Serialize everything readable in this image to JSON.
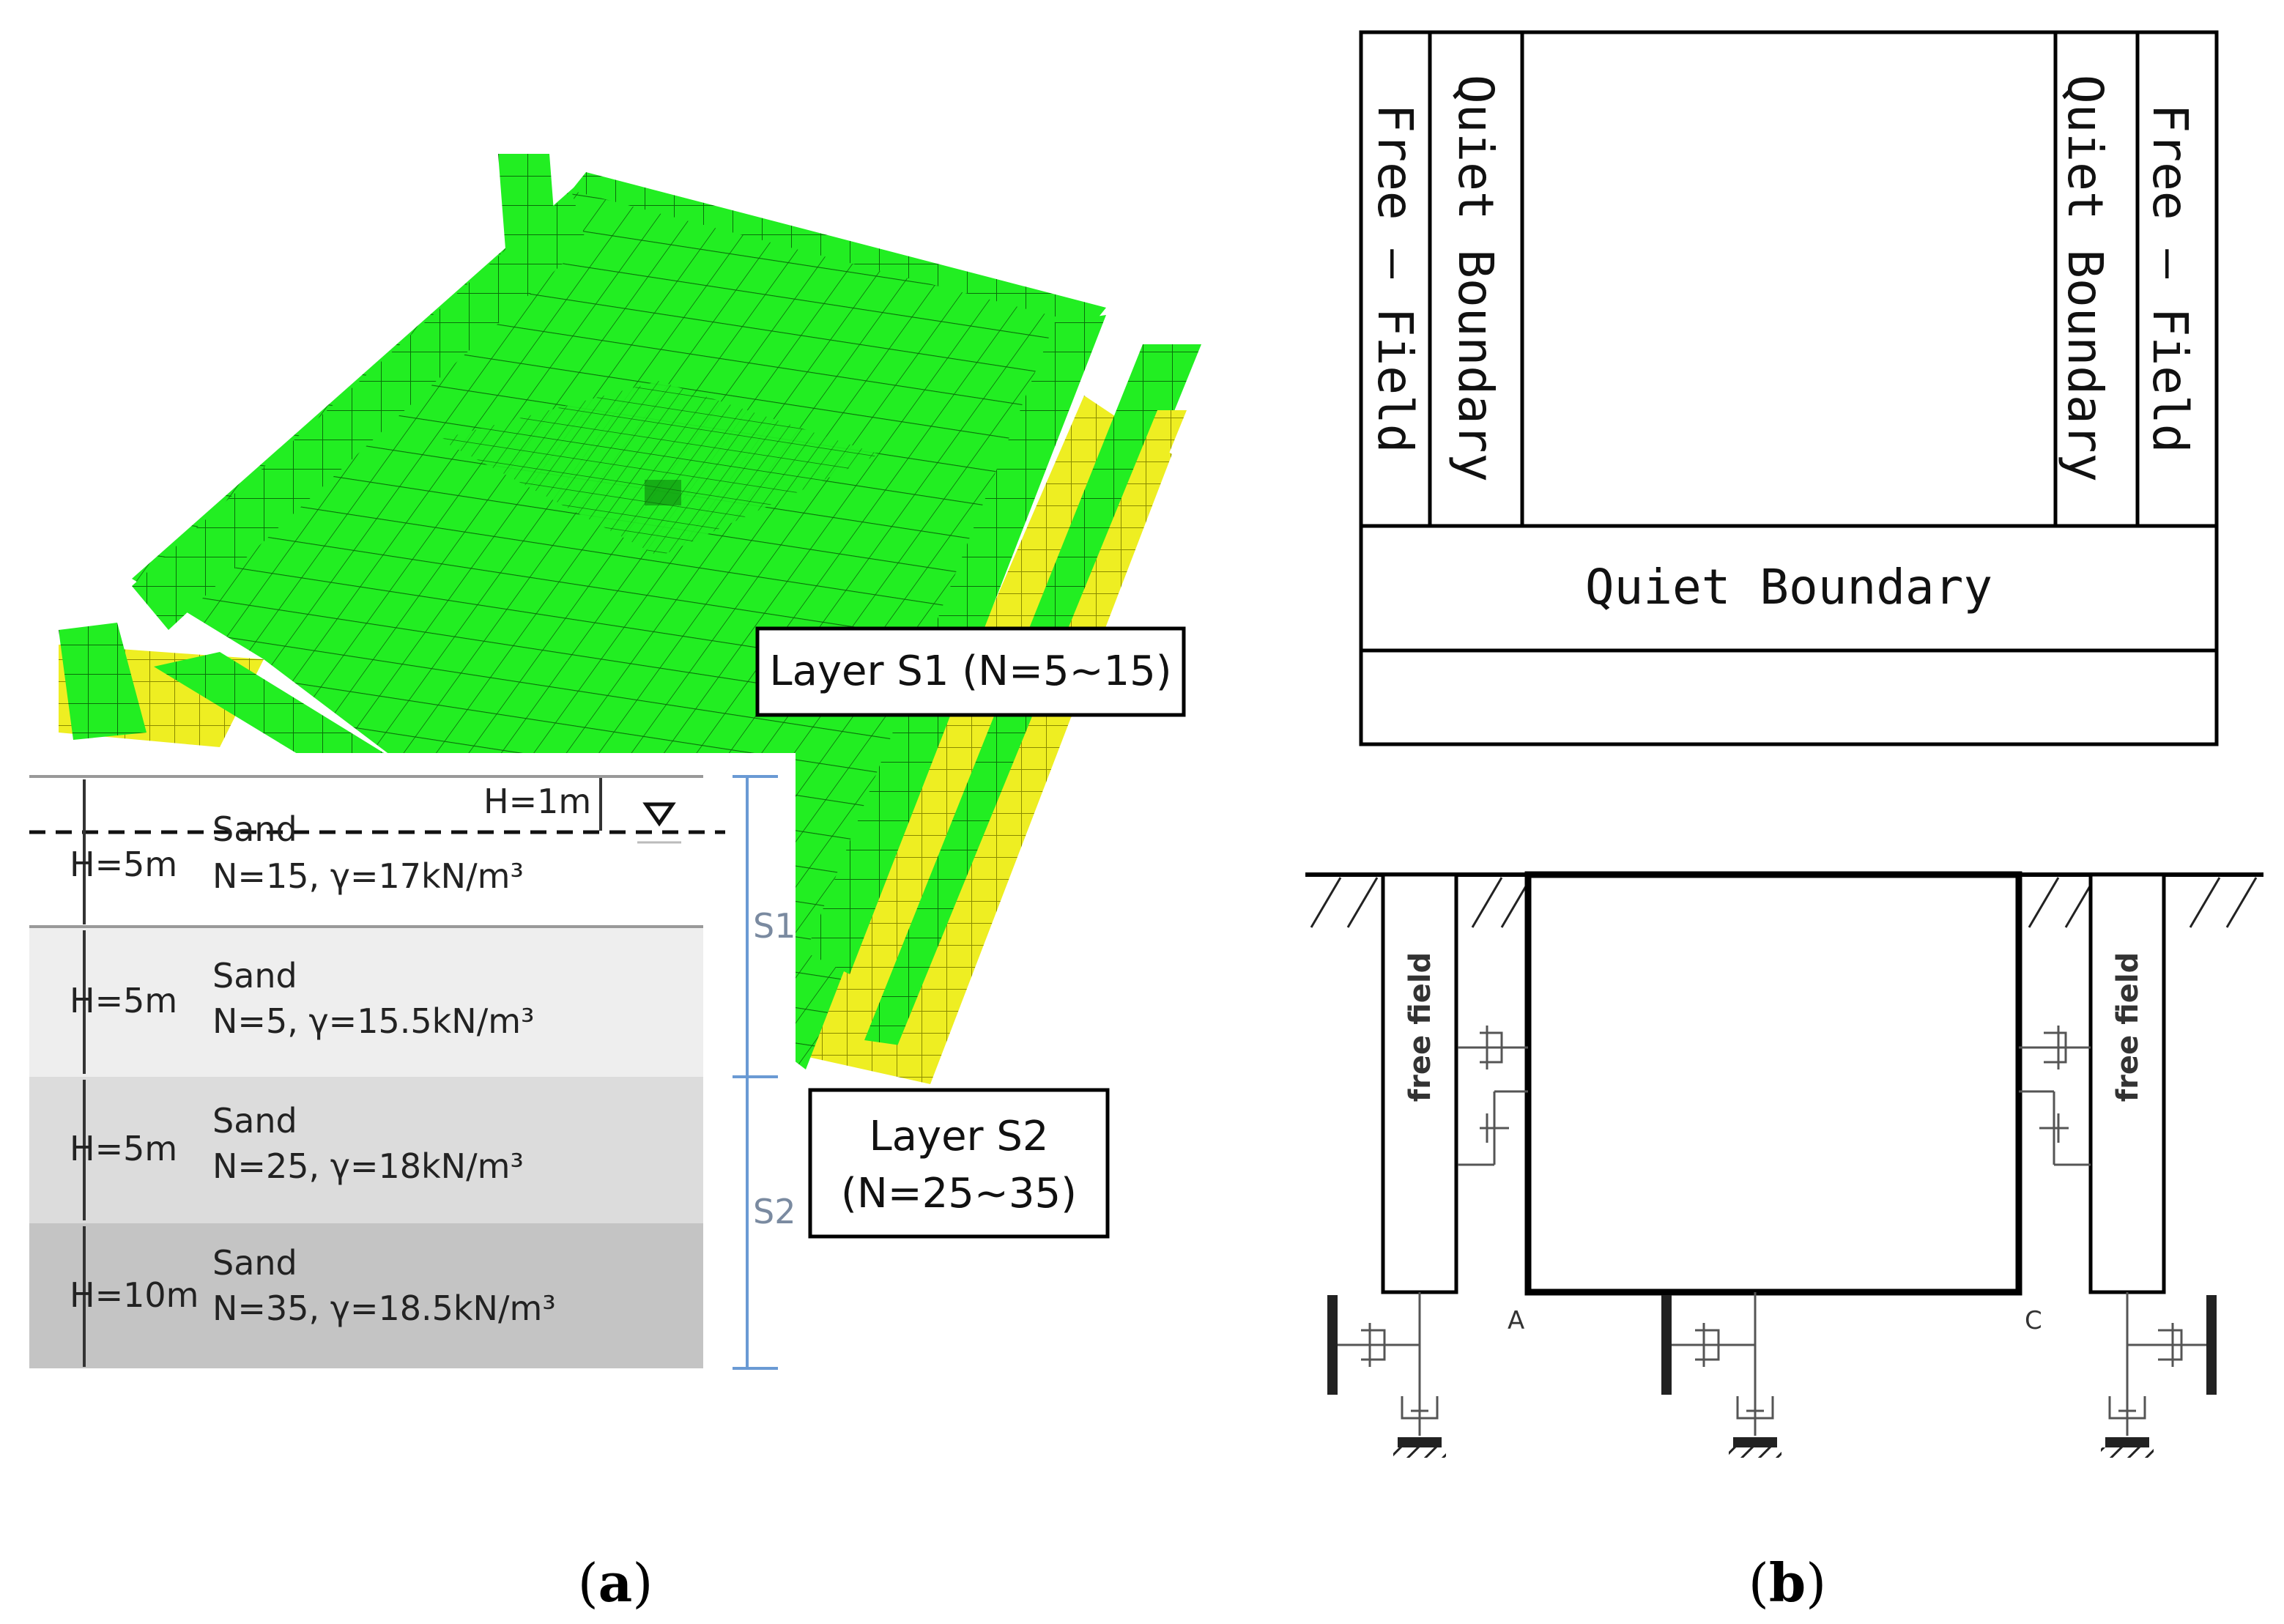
{
  "panel_a": {
    "callout_s1": "Layer S1 (N=5~15)",
    "callout_s2_line1": "Layer S2",
    "callout_s2_line2": "(N=25~35)",
    "water_depth": "H=1m",
    "layers": [
      {
        "height": "H=5m",
        "soil": "Sand",
        "props": "N=15, γ=17kN/m³",
        "color": "#ffffff"
      },
      {
        "height": "H=5m",
        "soil": "Sand",
        "props": "N=5, γ=15.5kN/m³",
        "color": "#eeeeee"
      },
      {
        "height": "H=5m",
        "soil": "Sand",
        "props": "N=25, γ=18kN/m³",
        "color": "#dcdcdc"
      },
      {
        "height": "H=10m",
        "soil": "Sand",
        "props": "N=35, γ=18.5kN/m³",
        "color": "#c4c4c4"
      }
    ],
    "group_s1": "S1",
    "group_s2": "S2",
    "mesh_colors": {
      "top": "#22ee22",
      "side": "#eeee22",
      "grid": "#0a6e0a"
    }
  },
  "panel_b": {
    "free_field": "Free – Field",
    "quiet_boundary": "Quiet Boundary",
    "free_field_lower": "free field",
    "point_a": "A",
    "point_c": "C"
  },
  "captions": {
    "a_open": "(",
    "a_letter": "a",
    "a_close": ")",
    "b_open": "(",
    "b_letter": "b",
    "b_close": ")"
  }
}
